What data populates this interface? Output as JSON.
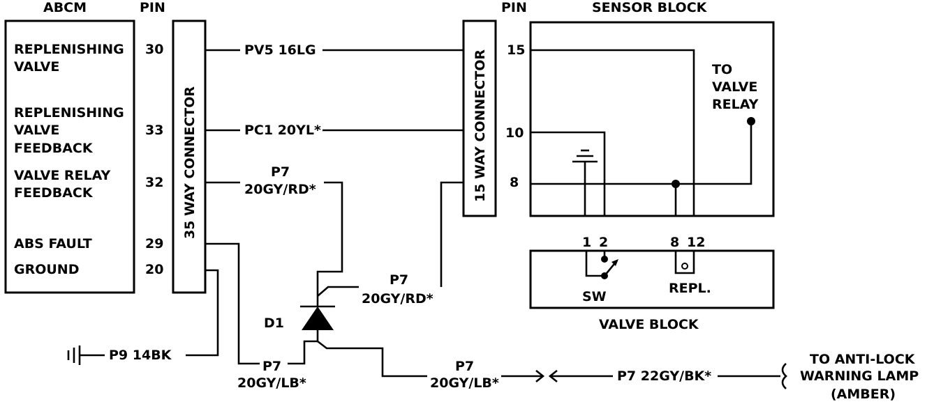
{
  "colors": {
    "ink": "#000000",
    "background": "#ffffff"
  },
  "headers": {
    "abcm": "ABCM",
    "pin_left": "PIN",
    "pin_right": "PIN",
    "sensor_block": "SENSOR BLOCK",
    "valve_block": "VALVE BLOCK"
  },
  "abcm": {
    "replenishing_valve": [
      "REPLENISHING",
      "VALVE"
    ],
    "replenishing_valve_feedback": [
      "REPLENISHING",
      "VALVE",
      "FEEDBACK"
    ],
    "valve_relay_feedback": [
      "VALVE RELAY",
      "FEEDBACK"
    ],
    "abs_fault": "ABS FAULT",
    "ground": "GROUND"
  },
  "left_pins": {
    "p30": "30",
    "p33": "33",
    "p32": "32",
    "p29": "29",
    "p20": "20"
  },
  "connectors": {
    "c35": "35 WAY CONNECTOR",
    "c15": "15 WAY CONNECTOR"
  },
  "right_pins": {
    "p15": "15",
    "p10": "10",
    "p8": "8"
  },
  "wires": {
    "pv5": "PV5 16LG",
    "pc1": "PC1 20YL*",
    "p7_top": [
      "P7",
      "20GY/RD*"
    ],
    "p7_mid": [
      "P7",
      "20GY/RD*"
    ],
    "p9": "P9 14BK",
    "p7_lb_left": [
      "P7",
      "20GY/LB*"
    ],
    "p7_lb_right": [
      "P7",
      "20GY/LB*"
    ],
    "p7_bk": "P7 22GY/BK*"
  },
  "diode": "D1",
  "relay_note": [
    "TO",
    "VALVE",
    "RELAY"
  ],
  "valve_pins": {
    "p1": "1",
    "p2": "2",
    "p8": "8",
    "p12": "12"
  },
  "valve_labels": {
    "sw": "SW",
    "repl": "REPL."
  },
  "lamp_note": [
    "TO ANTI-LOCK",
    "WARNING LAMP",
    "(AMBER)"
  ]
}
